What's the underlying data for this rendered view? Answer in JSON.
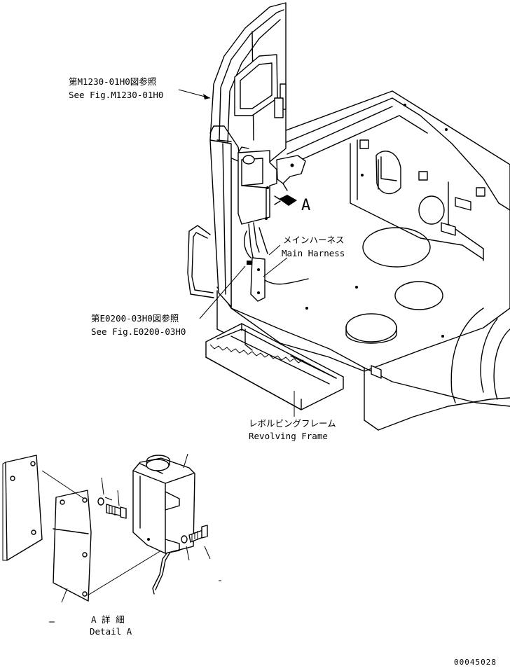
{
  "labels": {
    "cab_ref_jp": "第M1230-01H0図参照",
    "cab_ref_en": "See Fig.M1230-01H0",
    "view_marker": "A",
    "harness_jp": "メインハーネス",
    "harness_en": "Main Harness",
    "wiring_ref_jp": "第E0200-03H0図参照",
    "wiring_ref_en": "See Fig.E0200-03H0",
    "frame_jp": "レボルビングフレーム",
    "frame_en": "Revolving Frame",
    "detail_jp": "A 詳 細",
    "detail_en": "Detail A",
    "drawing_number": "00045028"
  }
}
